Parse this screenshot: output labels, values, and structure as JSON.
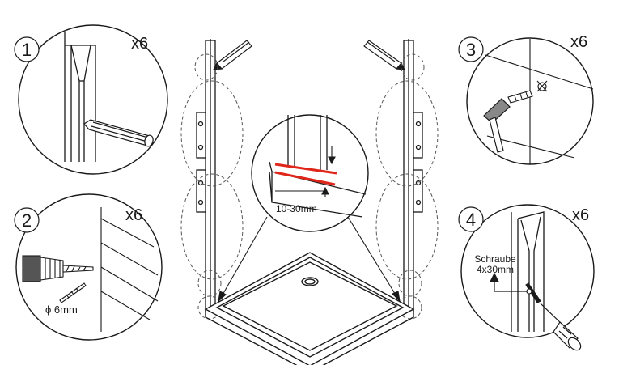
{
  "steps": [
    {
      "number": "1",
      "multiplier": "x6"
    },
    {
      "number": "2",
      "multiplier": "x6",
      "drill_size": "ϕ 6mm"
    },
    {
      "number": "3",
      "multiplier": "x6"
    },
    {
      "number": "4",
      "multiplier": "x6",
      "screw_label": "Schraube",
      "screw_size": "4x30mm"
    }
  ],
  "center": {
    "gap_label": "10-30mm"
  },
  "colors": {
    "line": "#1a1a1a",
    "highlight": "#e0261a",
    "dashed": "#555555"
  }
}
